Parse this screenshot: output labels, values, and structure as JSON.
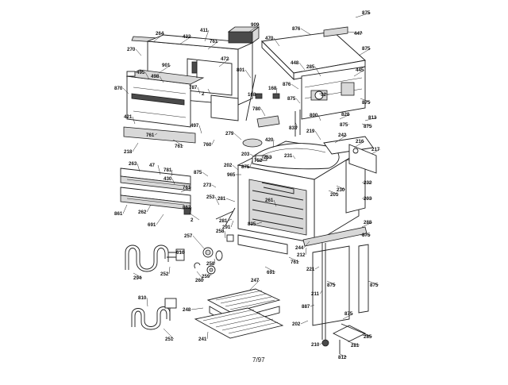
{
  "diagram": {
    "footer": "7/97",
    "callouts": [
      "264",
      "432",
      "411",
      "761",
      "909",
      "470",
      "876",
      "447",
      "875",
      "875",
      "270",
      "901",
      "472",
      "448",
      "285",
      "445",
      "495",
      "498",
      "801",
      "876",
      "875",
      "870",
      "787",
      "2",
      "168",
      "168",
      "875",
      "32",
      "421",
      "875",
      "780",
      "833",
      "800",
      "828",
      "813",
      "875",
      "761",
      "761",
      "497",
      "760",
      "279",
      "219",
      "242",
      "216",
      "217",
      "218",
      "420",
      "203",
      "253",
      "231",
      "752",
      "875",
      "47",
      "781",
      "875",
      "965",
      "430",
      "202",
      "273",
      "230",
      "232",
      "761",
      "263",
      "261",
      "281",
      "201",
      "203",
      "253",
      "862",
      "281",
      "861",
      "262",
      "2",
      "835",
      "288",
      "875",
      "691",
      "291",
      "258",
      "244",
      "257",
      "610",
      "258",
      "212",
      "761",
      "221",
      "691",
      "294",
      "252",
      "260",
      "259",
      "875",
      "247",
      "875",
      "810",
      "887",
      "211",
      "248",
      "202",
      "251",
      "241",
      "875",
      "285",
      "210",
      "281",
      "812"
    ]
  }
}
